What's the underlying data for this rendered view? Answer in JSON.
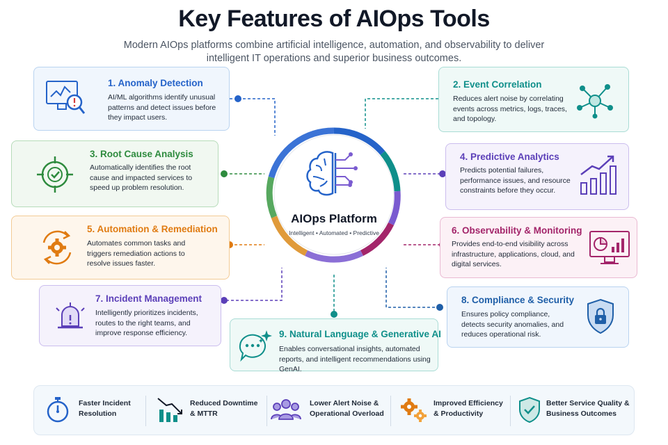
{
  "title": "Key Features of AIOps Tools",
  "subtitle": "Modern AIOps platforms combine artificial intelligence, automation, and observability to deliver intelligent IT operations and superior business outcomes.",
  "hub": {
    "title": "AIOps Platform",
    "subtitle": "Intelligent • Automated • Predictive"
  },
  "features": [
    {
      "title": "1. Anomaly Detection",
      "desc": "AI/ML algorithms identify unusual patterns and detect issues before they impact users.",
      "color": "#2563c9",
      "icon": "monitor-magnifier-icon"
    },
    {
      "title": "2. Event Correlation",
      "desc": "Reduces alert noise by correlating events across metrics, logs, traces, and topology.",
      "color": "#0f8f8a",
      "icon": "network-nodes-icon"
    },
    {
      "title": "3. Root Cause Analysis",
      "desc": "Automatically identifies the root cause and impacted services to speed up problem resolution.",
      "color": "#2e8b3e",
      "icon": "target-check-icon"
    },
    {
      "title": "4. Predictive Analytics",
      "desc": "Predicts potential failures, performance issues, and resource constraints before they occur.",
      "color": "#5b3fb8",
      "icon": "trend-chart-icon"
    },
    {
      "title": "5. Automation & Remediation",
      "desc": "Automates common tasks and triggers remediation actions to resolve issues faster.",
      "color": "#e07b12",
      "icon": "gear-cycle-icon"
    },
    {
      "title": "6. Observability & Monitoring",
      "desc": "Provides end-to-end visibility across infrastructure, applications, cloud, and digital services.",
      "color": "#a3256a",
      "icon": "dashboard-monitor-icon"
    },
    {
      "title": "7. Incident Management",
      "desc": "Intelligently prioritizes incidents, routes to the right teams, and improve response efficiency.",
      "color": "#5b3fb8",
      "icon": "alarm-bell-icon"
    },
    {
      "title": "8. Compliance & Security",
      "desc": "Ensures policy compliance, detects security anomalies, and reduces operational risk.",
      "color": "#1f5fa8",
      "icon": "shield-lock-icon"
    },
    {
      "title": "9. Natural Language & Generative AI",
      "desc": "Enables conversational insights, automated reports, and intelligent recommendations using GenAI.",
      "color": "#0f8f8a",
      "icon": "chat-sparkle-icon"
    }
  ],
  "benefits": [
    {
      "text": "Faster Incident Resolution",
      "icon": "stopwatch-icon"
    },
    {
      "text": "Reduced Downtime & MTTR",
      "icon": "downtrend-bars-icon"
    },
    {
      "text": "Lower Alert Noise & Operational Overload",
      "icon": "people-group-icon"
    },
    {
      "text": "Improved Efficiency & Productivity",
      "icon": "gears-icon"
    },
    {
      "text": "Better Service Quality & Business Outcomes",
      "icon": "shield-check-icon"
    }
  ],
  "colors": {
    "blue": "#2563c9",
    "teal": "#0f8f8a",
    "green": "#2e8b3e",
    "purple": "#5b3fb8",
    "orange": "#e07b12",
    "magenta": "#a3256a",
    "navy": "#1f5fa8"
  }
}
